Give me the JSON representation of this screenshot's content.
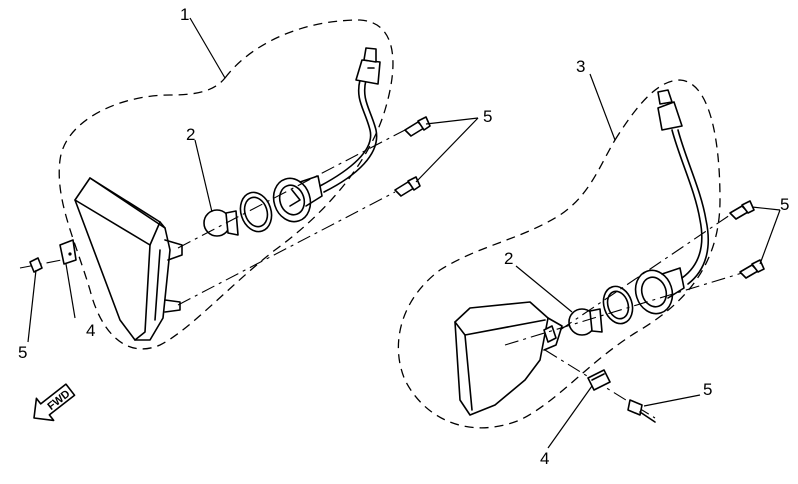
{
  "callouts": {
    "left_assembly": "1",
    "left_bulb": "2",
    "right_assembly": "3",
    "right_bulb": "2",
    "left_clip": "4",
    "right_clip": "4",
    "left_screw": "5",
    "left_mount_screws": "5",
    "right_mount_screws": "5",
    "right_lower_screw": "5"
  },
  "direction_arrow": {
    "label": "FWD"
  },
  "icons": {
    "direction": "fwd-arrow-icon"
  }
}
